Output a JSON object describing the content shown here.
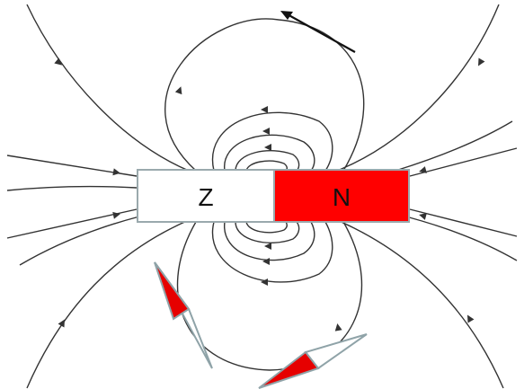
{
  "magnet": {
    "south_label": "Z",
    "north_label": "N",
    "colors": {
      "north": "#ff0000",
      "south": "#ffffff",
      "border": "#9aa9ad"
    }
  },
  "field_lines": {
    "color": "#333333"
  },
  "compass_needles": {
    "count": 2,
    "tip_color": "#e60000",
    "body_color": "#ffffff"
  },
  "tangent_arrow": {
    "color": "#111111"
  }
}
